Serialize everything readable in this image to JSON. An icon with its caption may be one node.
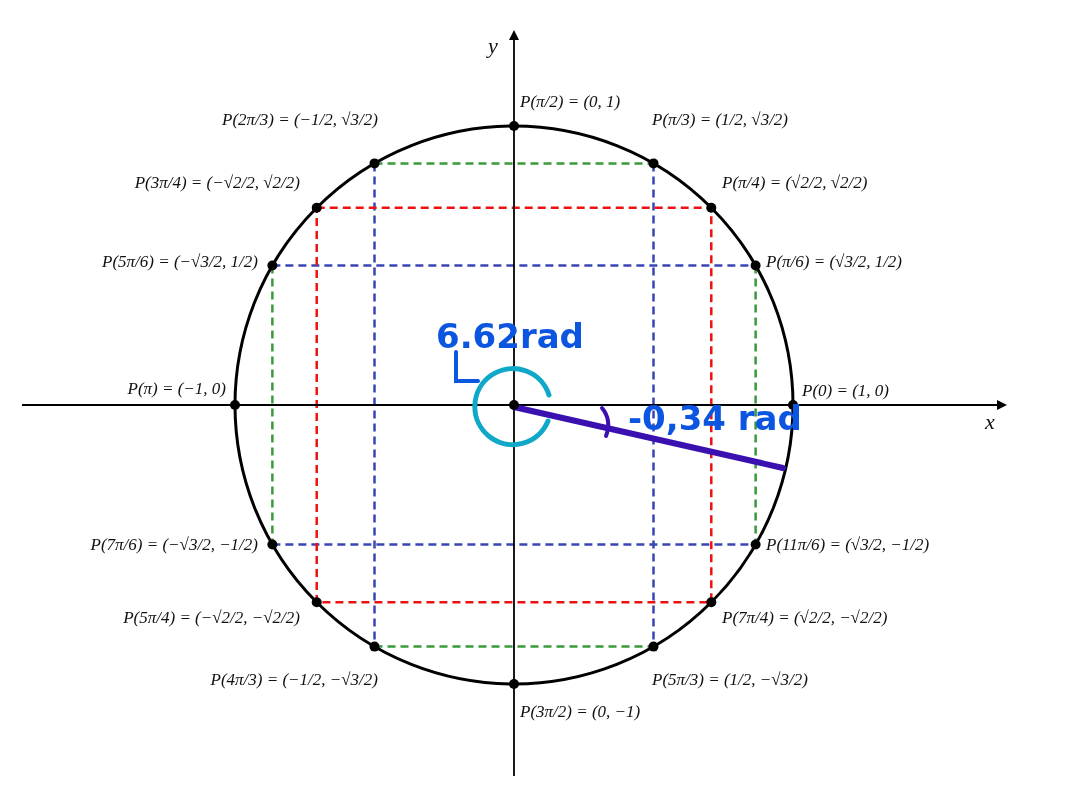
{
  "diagram": {
    "labels": [
      "y",
      "P(π/2) = (0, 1)",
      "P(2π/3) = (−1/2, √3/2)",
      "P(π/3) = (1/2, √3/2)",
      "P(3π/4) = (−√2/2, √2/2)",
      "P(π/4) = (√2/2, √2/2)",
      "P(5π/6) = (−√3/2, 1/2)",
      "P(π/6) = (√3/2, 1/2)",
      "6.62rad",
      "P(π) = (−1, 0)",
      "P(0) = (1, 0)",
      "-0,34 rad",
      "x",
      "P(7π/6) = (−√3/2, −1/2)",
      "P(11π/6) = (√3/2, −1/2)",
      "P(5π/4) = (−√2/2, −√2/2)",
      "P(7π/4) = (√2/2, −√2/2)",
      "P(4π/3) = (−1/2, −√3/2)",
      "P(5π/3) = (1/2, −√3/2)",
      "P(3π/2) = (0, −1)"
    ]
  }
}
